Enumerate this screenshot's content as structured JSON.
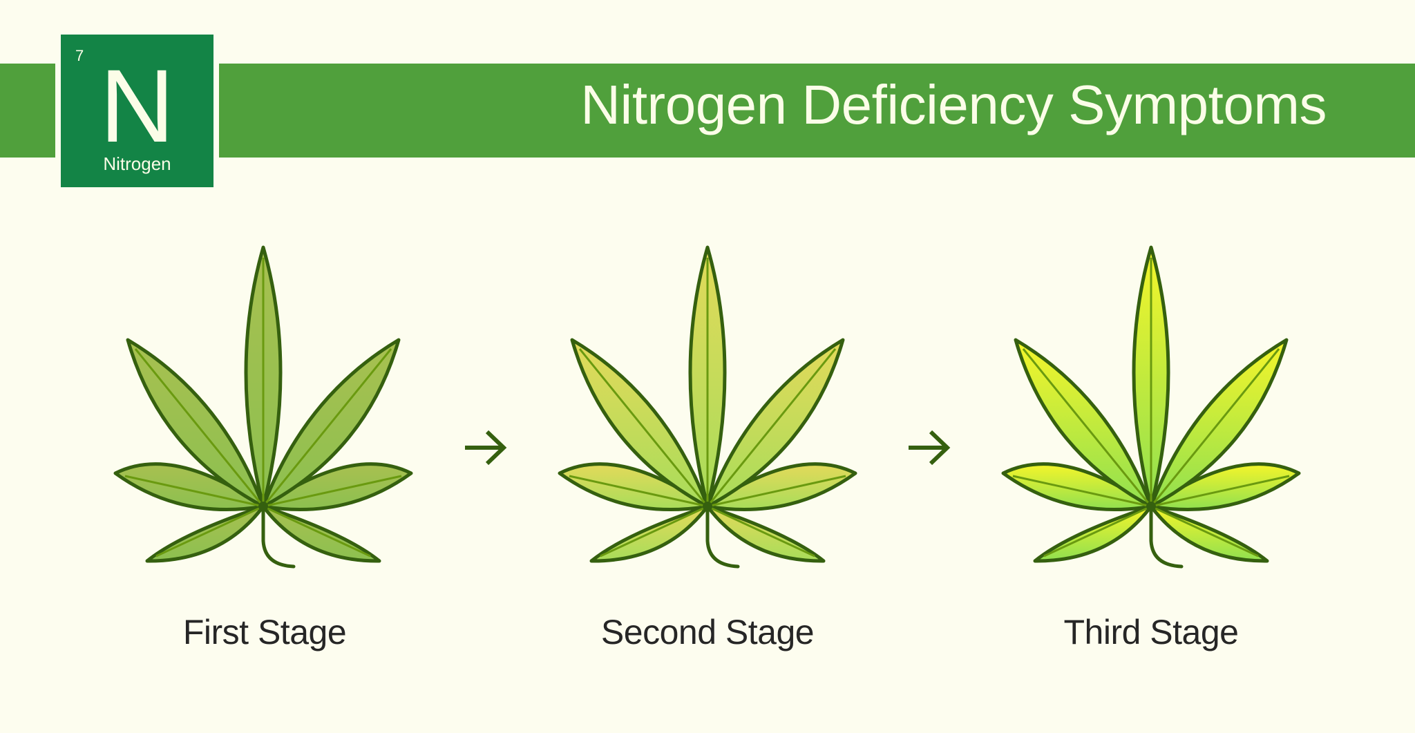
{
  "header": {
    "title": "Nitrogen Deficiency Symptoms",
    "element": {
      "number": "7",
      "symbol": "N",
      "name": "Nitrogen"
    }
  },
  "colors": {
    "background": "#fdfdef",
    "banner": "#50a03c",
    "element_box": "#138446",
    "title_text": "#fbfde8",
    "leaf_outline": "#35600f",
    "leaf_vein": "#6a9a10",
    "label_text": "#262626"
  },
  "stages": [
    {
      "label": "First Stage",
      "gradient_top": "#a8c050",
      "gradient_bottom": "#8cc050"
    },
    {
      "label": "Second Stage",
      "gradient_top": "#e3da5a",
      "gradient_bottom": "#a8dc5a"
    },
    {
      "label": "Third Stage",
      "gradient_top": "#f5f52a",
      "gradient_bottom": "#90e050"
    }
  ],
  "arrows": [
    {
      "icon": "arrow-right-icon",
      "glyph": "→"
    },
    {
      "icon": "arrow-right-icon",
      "glyph": "→"
    }
  ]
}
